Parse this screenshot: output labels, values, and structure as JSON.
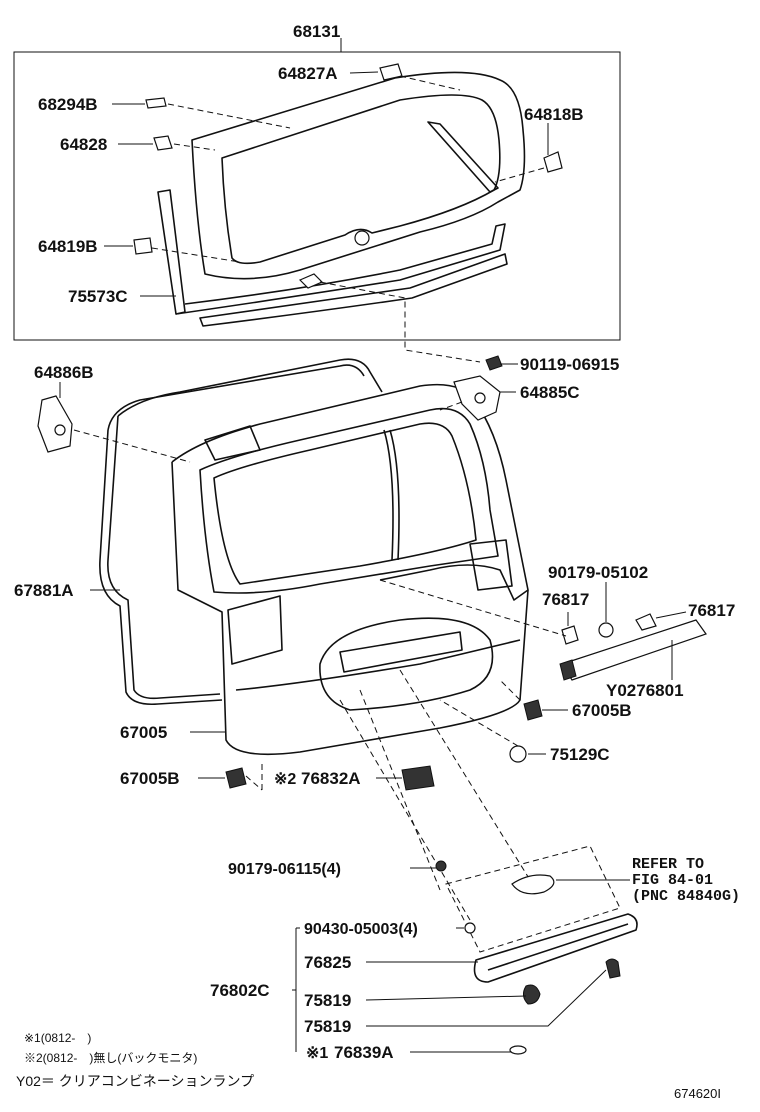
{
  "labels": {
    "glass_assembly": "68131",
    "stopper_a": "64827A",
    "bracket_b": "68294B",
    "stopper": "64828",
    "stopper_b": "64818B",
    "spacer_b": "64819B",
    "molding_c": "75573C",
    "screw": "90119-06915",
    "cushion_b": "64886B",
    "bracket_c": "64885C",
    "weatherstrip": "67881A",
    "door_panel": "67005",
    "bolt": "90179-05102",
    "nut_left": "76817",
    "nut_right": "76817",
    "lamp": "Y0276801",
    "cover_b_right": "67005B",
    "clip_c": "75129C",
    "cover_b_left": "67005B",
    "camera_cover": "76832A",
    "nut_4": "90179-06115(4)",
    "clip_4": "90430-05003(4)",
    "garnish": "76825",
    "garnish_assembly": "76802C",
    "plug_1": "75819",
    "plug_2": "75819",
    "seal_a": "76839A",
    "note1_mark": "※2",
    "note1_mark_seal": "※1"
  },
  "refer": {
    "line1": "REFER TO",
    "line2": "FIG 84-01",
    "line3": "(PNC 84840G)"
  },
  "notes": {
    "note1": "※1(0812-　)",
    "note2": "※2(0812-　)無し(バックモニタ)",
    "y02": "Y02＝ クリアコンビネーションランプ",
    "diagram_id": "674620I"
  }
}
